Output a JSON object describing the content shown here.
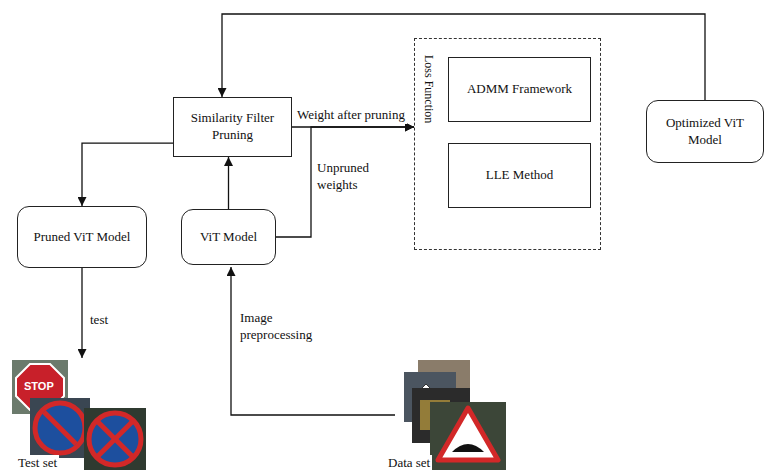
{
  "diagram": {
    "nodes": [
      {
        "text": [
          "Similarity Filter Pruning"
        ]
      },
      {
        "text": [
          "Pruned ViT Model"
        ]
      },
      {
        "text": [
          "ViT Model"
        ]
      },
      {
        "text": [
          "Loss Function"
        ]
      },
      {
        "text": [
          "ADMM Framework"
        ],
        "in": 3
      },
      {
        "text": [
          "LLE Method"
        ],
        "in": 3
      },
      {
        "text": [
          "Optimized ViT Model"
        ]
      }
    ],
    "edges": [
      {
        "from": 0,
        "to": 1,
        "arrow": "to"
      },
      {
        "from": 2,
        "to": 0,
        "arrow": "to"
      },
      {
        "from": 0,
        "to": 3,
        "label": "Weight after pruning",
        "arrow": "to"
      },
      {
        "from": 2,
        "to": 3,
        "label": "Unpruned weights",
        "arrow": "to"
      },
      {
        "from": 6,
        "to": 0,
        "arrow": "to"
      }
    ],
    "labels": [
      "test",
      "Image preprocessing",
      "Test set",
      "Data set",
      "STOP"
    ]
  }
}
